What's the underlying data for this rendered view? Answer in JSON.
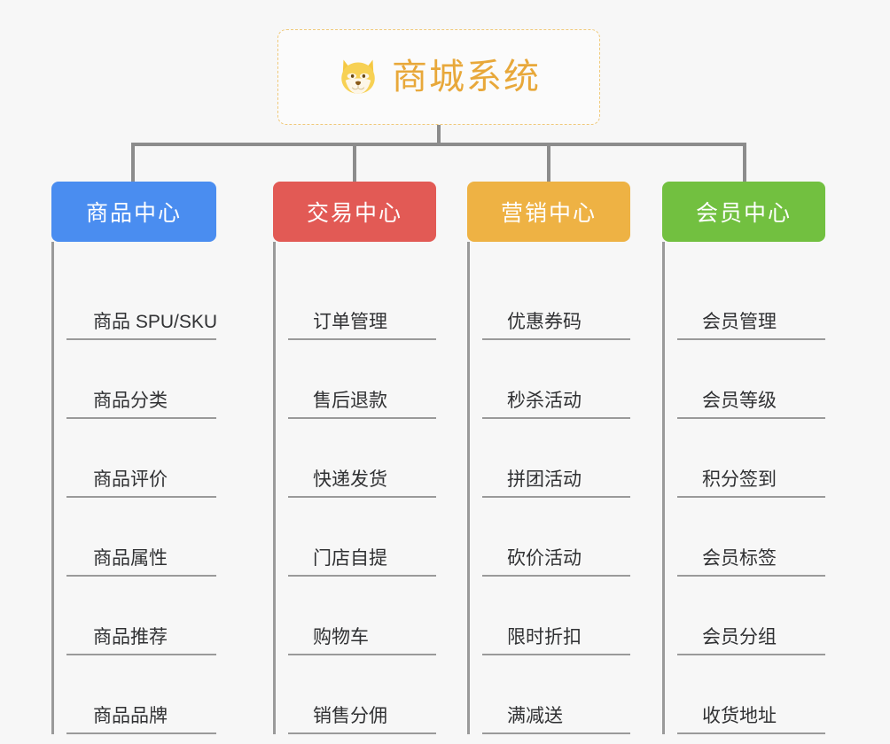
{
  "root": {
    "title": "商城系统",
    "icon": "shiba-dog-icon",
    "title_color": "#e8a83a",
    "border_color": "#f0c97a"
  },
  "columns": [
    {
      "label": "商品中心",
      "color": "#4a8df0",
      "items": [
        "商品 SPU/SKU",
        "商品分类",
        "商品评价",
        "商品属性",
        "商品推荐",
        "商品品牌"
      ]
    },
    {
      "label": "交易中心",
      "color": "#e25a55",
      "items": [
        "订单管理",
        "售后退款",
        "快递发货",
        "门店自提",
        "购物车",
        "销售分佣"
      ]
    },
    {
      "label": "营销中心",
      "color": "#eeb244",
      "items": [
        "优惠券码",
        "秒杀活动",
        "拼团活动",
        "砍价活动",
        "限时折扣",
        "满减送"
      ]
    },
    {
      "label": "会员中心",
      "color": "#72c040",
      "items": [
        "会员管理",
        "会员等级",
        "积分签到",
        "会员标签",
        "会员分组",
        "收货地址"
      ]
    }
  ],
  "connector_color": "#8c8c8c",
  "background_color": "#f7f7f7"
}
